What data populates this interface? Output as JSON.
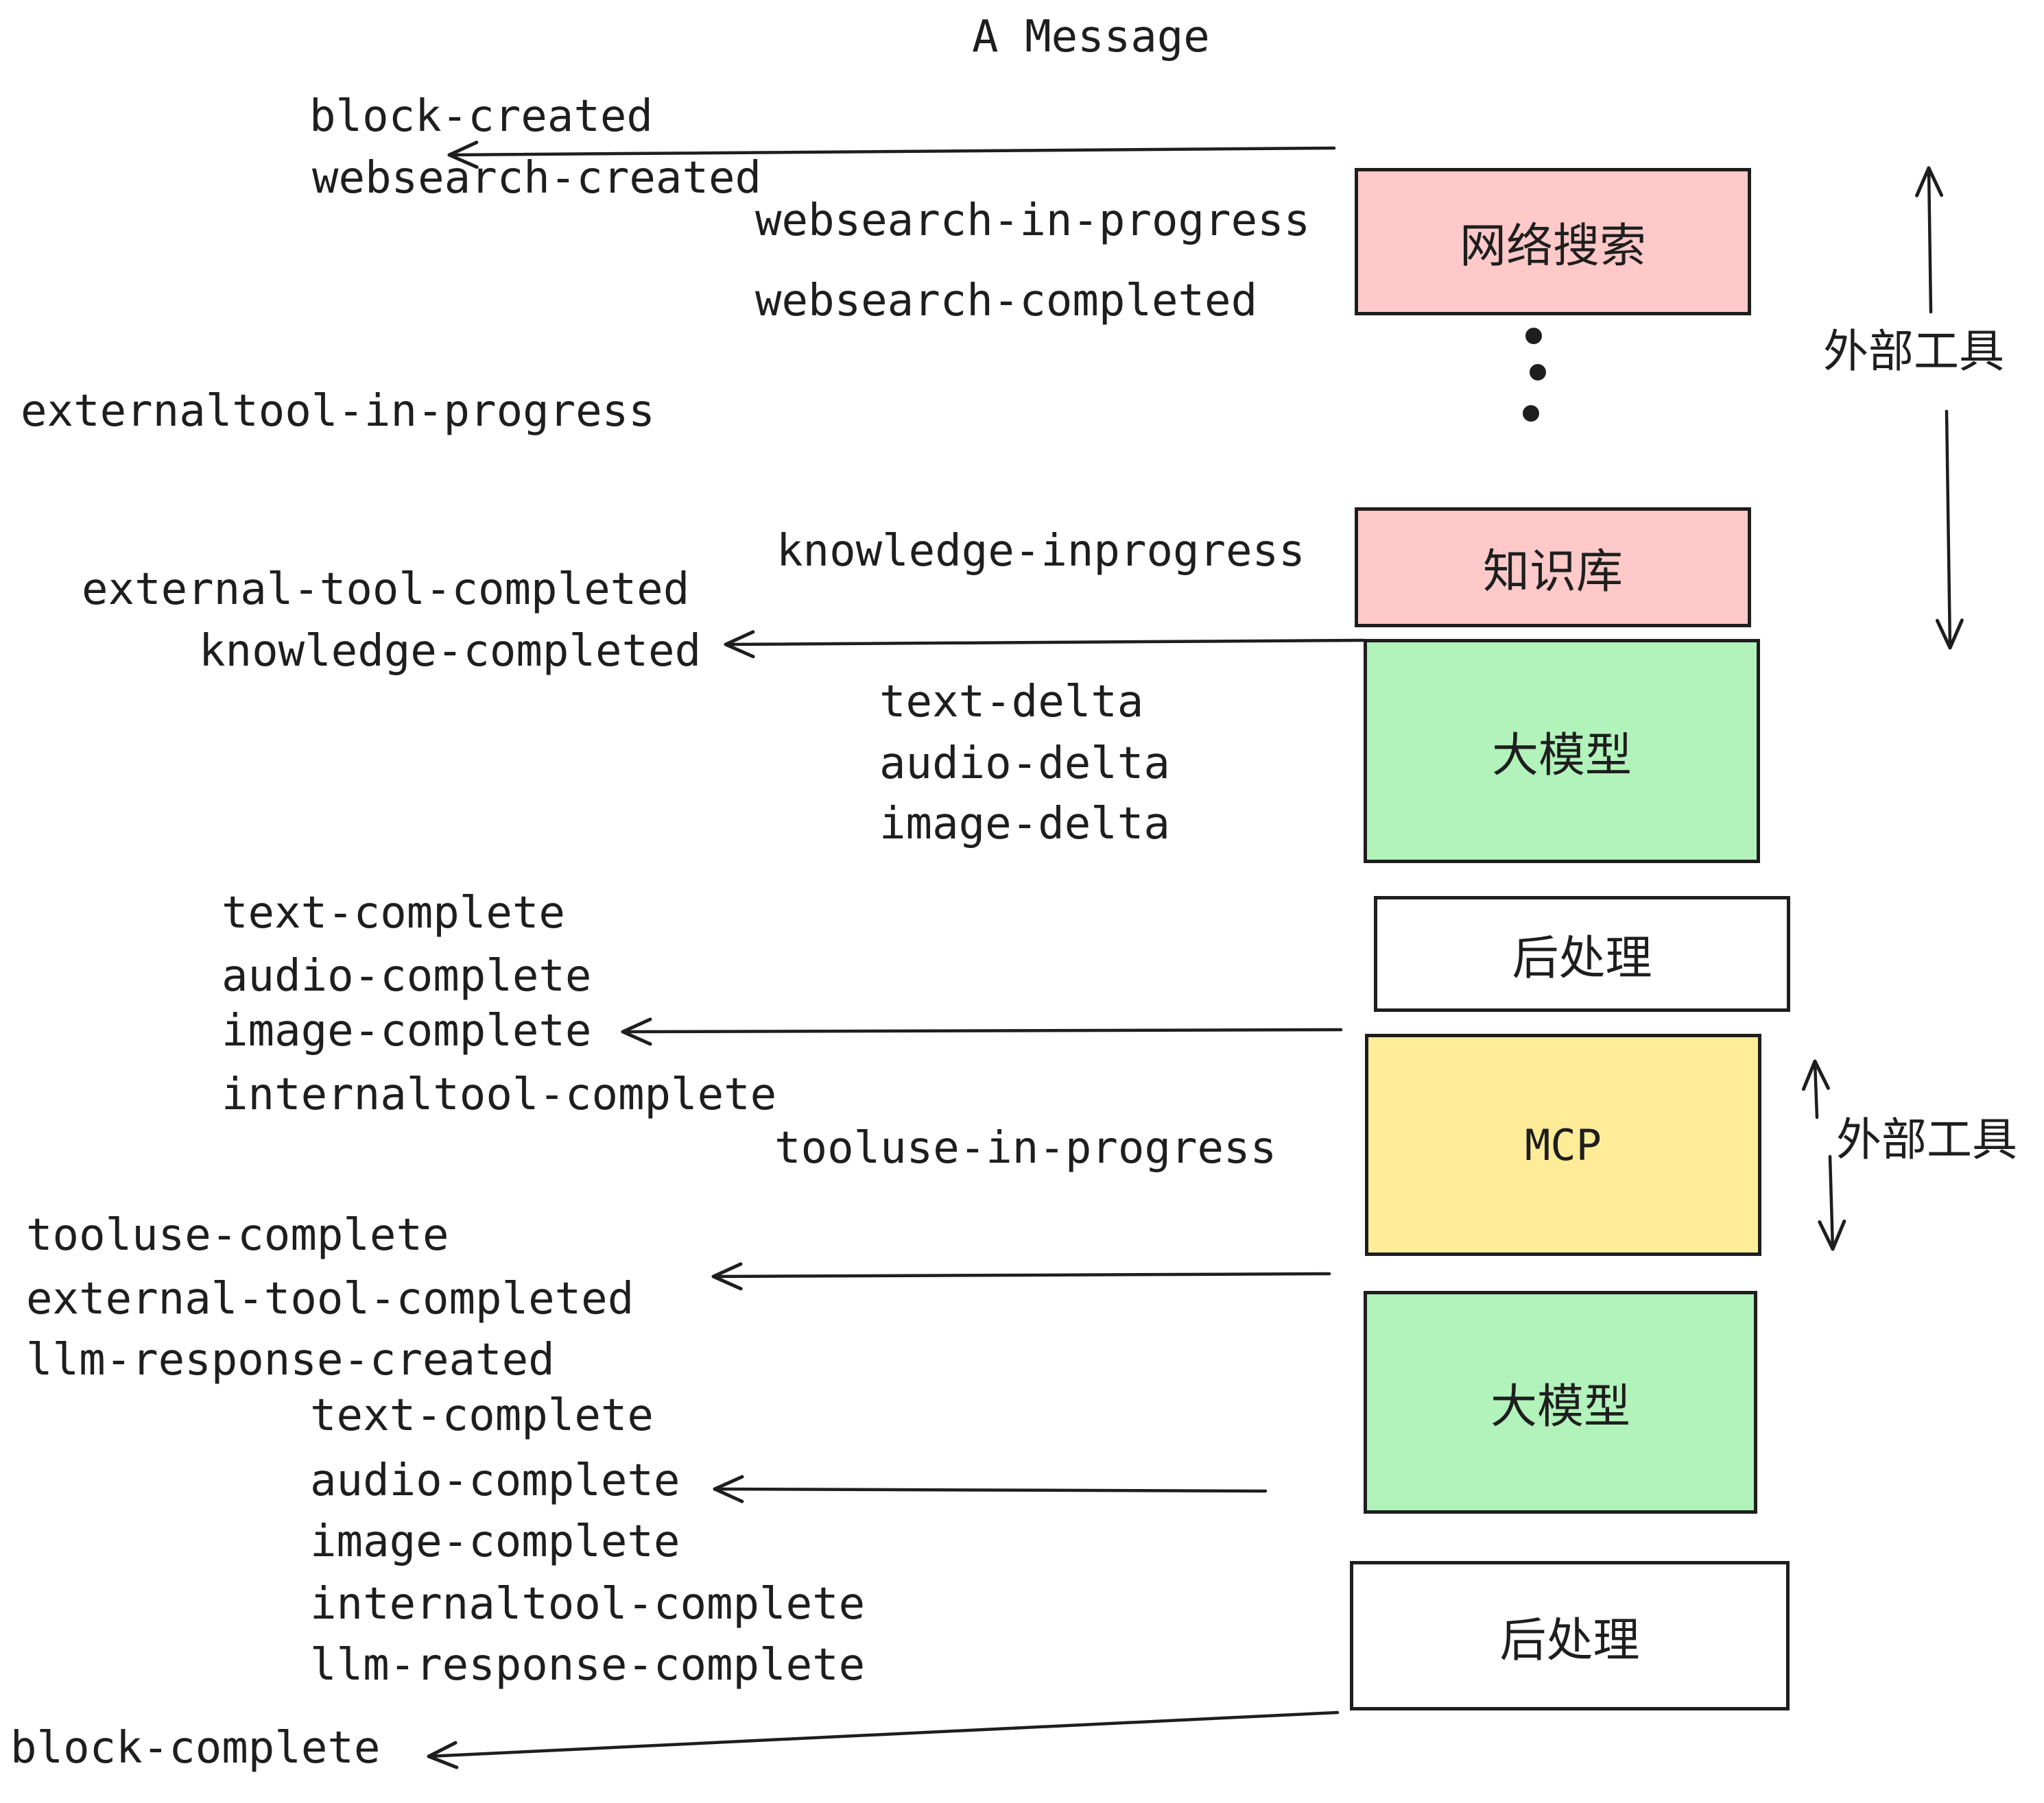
{
  "title": "A Message",
  "colors": {
    "ink": "#1e1e1e",
    "pink_box": "#ffc9c9",
    "green_box": "#b2f2bb",
    "yellow_box": "#ffec99",
    "white_box": "#ffffff"
  },
  "boxes": [
    {
      "id": "websearch",
      "label": "网络搜索",
      "color": "#ffc9c9"
    },
    {
      "id": "knowledge",
      "label": "知识库",
      "color": "#ffc9c9"
    },
    {
      "id": "llm-1",
      "label": "大模型",
      "color": "#b2f2bb"
    },
    {
      "id": "post-1",
      "label": "后处理",
      "color": "#ffffff"
    },
    {
      "id": "mcp",
      "label": "MCP",
      "color": "#ffec99"
    },
    {
      "id": "llm-2",
      "label": "大模型",
      "color": "#b2f2bb"
    },
    {
      "id": "post-2",
      "label": "后处理",
      "color": "#ffffff"
    }
  ],
  "events": [
    {
      "text": "block-created"
    },
    {
      "text": "websearch-created"
    },
    {
      "text": "websearch-in-progress"
    },
    {
      "text": "websearch-completed"
    },
    {
      "text": "externaltool-in-progress"
    },
    {
      "text": "knowledge-inprogress"
    },
    {
      "text": "external-tool-completed"
    },
    {
      "text": "knowledge-completed"
    },
    {
      "text": "text-delta"
    },
    {
      "text": "audio-delta"
    },
    {
      "text": "image-delta"
    },
    {
      "text": "text-complete"
    },
    {
      "text": "audio-complete"
    },
    {
      "text": "image-complete"
    },
    {
      "text": "internaltool-complete"
    },
    {
      "text": "tooluse-in-progress"
    },
    {
      "text": "tooluse-complete"
    },
    {
      "text": "external-tool-completed"
    },
    {
      "text": "llm-response-created"
    },
    {
      "text": "text-complete"
    },
    {
      "text": "audio-complete"
    },
    {
      "text": "image-complete"
    },
    {
      "text": "internaltool-complete"
    },
    {
      "text": "llm-response-complete"
    },
    {
      "text": "block-complete"
    }
  ],
  "side_labels": [
    {
      "text": "外部工具"
    },
    {
      "text": "外部工具"
    }
  ]
}
